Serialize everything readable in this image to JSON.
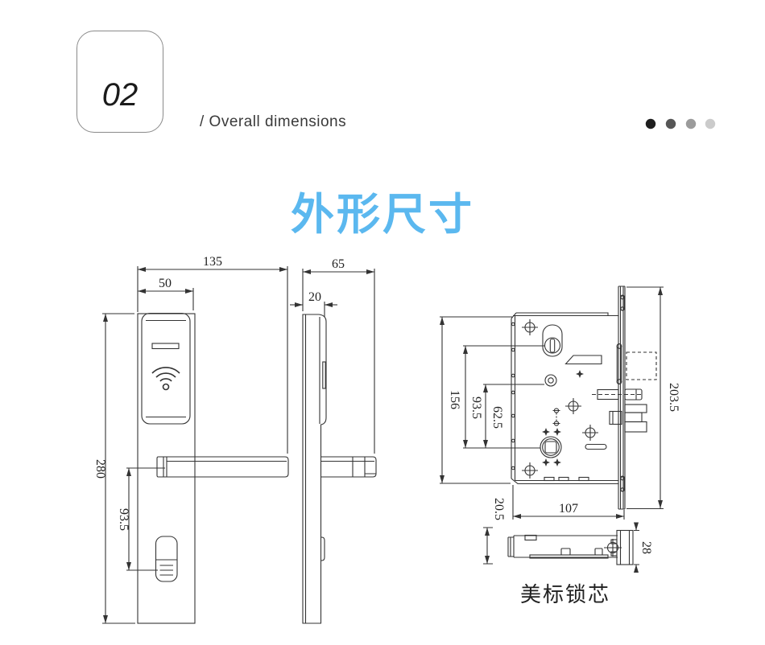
{
  "header": {
    "section_number": "02",
    "section_label": "/ Overall dimensions",
    "dots": [
      "#1e1e1e",
      "#565656",
      "#9b9b9b",
      "#cbcbcb"
    ]
  },
  "title": {
    "text": "外形尺寸",
    "color": "#5bb8ef"
  },
  "front_view": {
    "dim_overall_width": "135",
    "dim_reader_width": "50",
    "dim_height": "280",
    "dim_handle_to_knob": "93.5"
  },
  "side_view": {
    "dim_depth": "65",
    "dim_thickness": "20"
  },
  "lock_body": {
    "dim_case_height": "156",
    "dim_cyl_to_spindle": "93.5",
    "dim_hole_to_spindle": "62.5",
    "dim_faceplate_length": "203.5",
    "dim_case_thickness": "20.5",
    "dim_case_width": "107",
    "dim_faceplate_width": "28",
    "caption": "美标锁芯"
  }
}
